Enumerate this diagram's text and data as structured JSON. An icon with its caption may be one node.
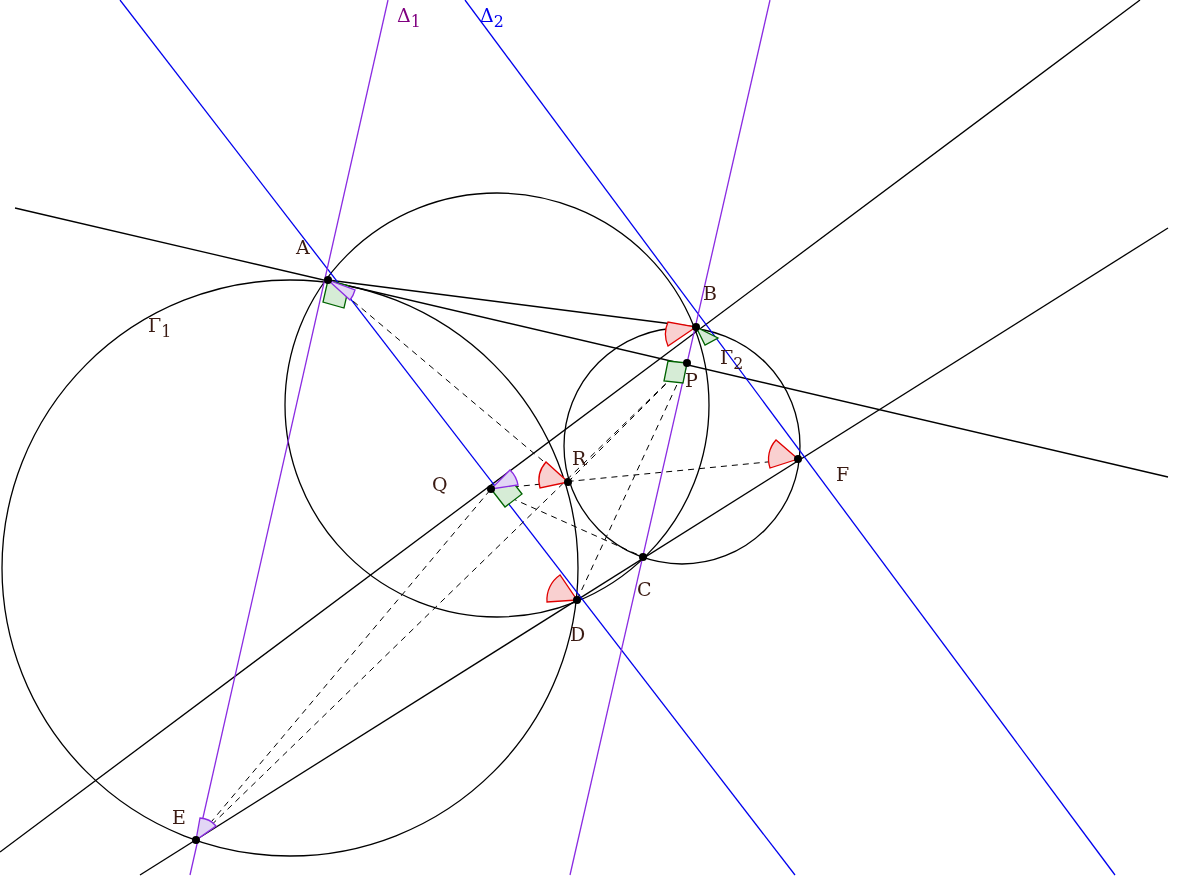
{
  "diagram": {
    "labels": [
      "Δ$_{1}$",
      "Δ$_{2}$",
      "A",
      "B",
      "Γ$_{1}$",
      "Γ$_{2}$",
      "P",
      "R",
      "Q",
      "F",
      "C",
      "D",
      "E"
    ]
  }
}
